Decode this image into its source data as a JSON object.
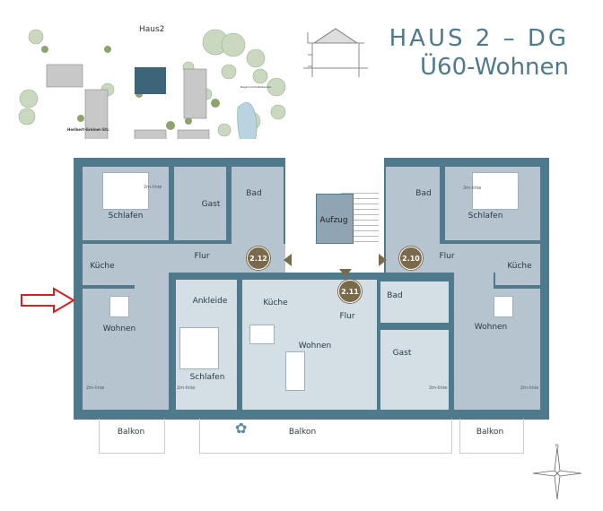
{
  "header": {
    "title_line1": "HAUS 2 – DG",
    "title_line2": "Ü60-Wohnen"
  },
  "site_plan": {
    "label": "Haus2",
    "street": "Heribert-Greiner-Str.",
    "pond_label": "Regenrückhaltebecken"
  },
  "units": [
    {
      "id": "2.12"
    },
    {
      "id": "2.11"
    },
    {
      "id": "2.10"
    }
  ],
  "rooms": {
    "left": {
      "schlafen": "Schlafen",
      "gast": "Gast",
      "bad": "Bad",
      "flur": "Flur",
      "kueche": "Küche",
      "wohnen": "Wohnen",
      "balkon": "Balkon"
    },
    "core": {
      "aufzug": "Aufzug"
    },
    "middle": {
      "ankleide": "Ankleide",
      "kueche": "Küche",
      "flur": "Flur",
      "bad": "Bad",
      "wohnen": "Wohnen",
      "gast": "Gast",
      "schlafen": "Schlafen",
      "balkon": "Balkon"
    },
    "right": {
      "bad": "Bad",
      "schlafen": "Schlafen",
      "flur": "Flur",
      "kueche": "Küche",
      "wohnen": "Wohnen",
      "balkon": "Balkon"
    }
  },
  "notes": {
    "line": "2m-linie"
  },
  "colors": {
    "wall": "#4f7a8c",
    "room": "#b5c4cf",
    "room_light": "#d4dee5",
    "badge": "#7a6a4c",
    "marker": "#d42020"
  }
}
